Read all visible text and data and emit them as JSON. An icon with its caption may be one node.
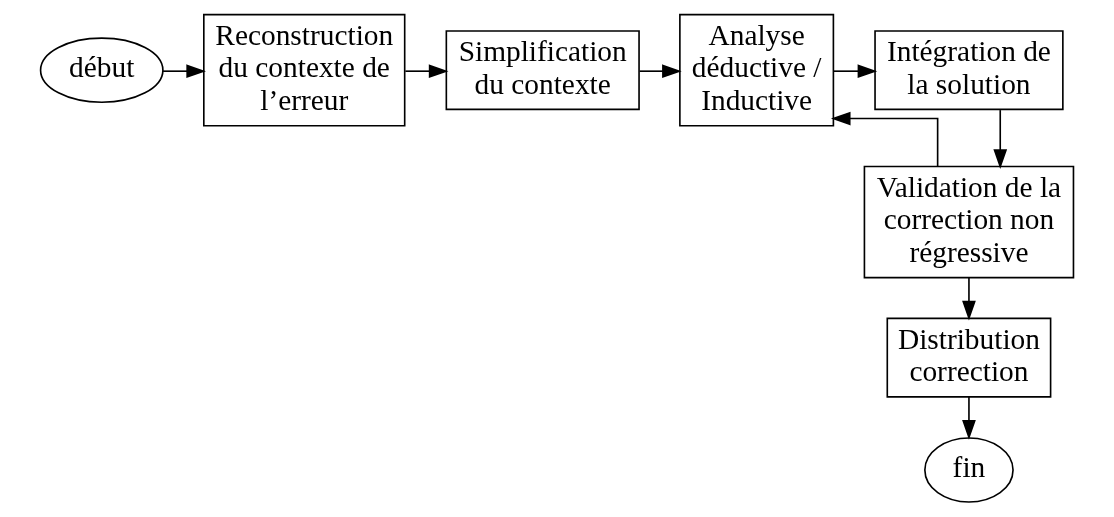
{
  "diagram": {
    "nodes": [
      {
        "text": [
          "début"
        ]
      },
      {
        "text": [
          "Reconstruction du contexte de l’erreur"
        ]
      },
      {
        "text": [
          "Simplification du contexte"
        ]
      },
      {
        "text": [
          "Analyse déductive / Inductive"
        ]
      },
      {
        "text": [
          "Intégration de la solution"
        ]
      },
      {
        "text": [
          "Validation de la correction non régressive"
        ]
      },
      {
        "text": [
          "Distribution correction"
        ]
      },
      {
        "text": [
          "fin"
        ]
      }
    ],
    "edges": [
      {
        "from": 0,
        "to": 1,
        "arrow": "to"
      },
      {
        "from": 1,
        "to": 2,
        "arrow": "to"
      },
      {
        "from": 2,
        "to": 3,
        "arrow": "to"
      },
      {
        "from": 3,
        "to": 4,
        "arrow": "to"
      },
      {
        "from": 4,
        "to": 5,
        "arrow": "to"
      },
      {
        "from": 5,
        "to": 3,
        "arrow": "to"
      },
      {
        "from": 5,
        "to": 6,
        "arrow": "to"
      },
      {
        "from": 6,
        "to": 7,
        "arrow": "to"
      }
    ]
  }
}
